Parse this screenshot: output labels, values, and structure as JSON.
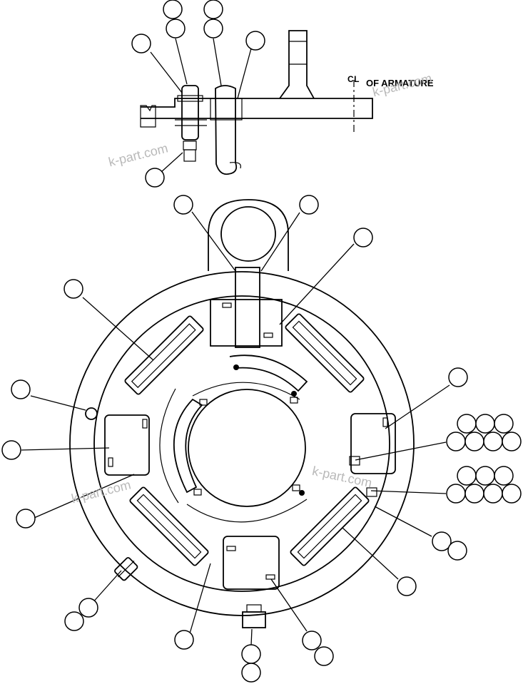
{
  "labels": {
    "centerline_symbol": "CL",
    "armature_label": "OF ARMATURE"
  },
  "watermarks": [
    "k-part.com",
    "k-part.com",
    "k-part.com",
    "k-part.com"
  ],
  "colors": {
    "line": "#000000",
    "background": "#ffffff",
    "watermark": "#b9b9b9"
  }
}
